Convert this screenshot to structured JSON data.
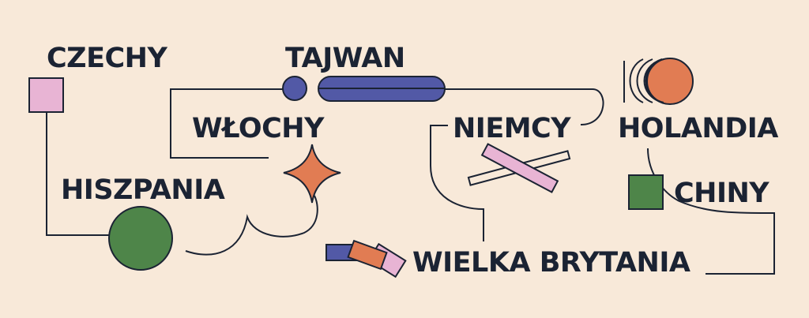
{
  "colors": {
    "background": "#f8e9d9",
    "ink": "#1b2333",
    "pink": "#e8b4d4",
    "green": "#4e8549",
    "orange": "#e17c53",
    "blue": "#5259a6"
  },
  "countries": {
    "czechy": "CZECHY",
    "tajwan": "TAJWAN",
    "wlochy": "WŁOCHY",
    "niemcy": "NIEMCY",
    "holandia": "HOLANDIA",
    "hiszpania": "HISZPANIA",
    "chiny": "CHINY",
    "wielka_brytania": "WIELKA BRYTANIA"
  },
  "shapes": {
    "czechy": "pink-square",
    "tajwan": "blue-circle-and-pill",
    "wlochy": "orange-four-point-star",
    "niemcy": "crossed-bars",
    "holandia": "outlined-arcs-and-orange-circle",
    "hiszpania": "green-circle",
    "chiny": "green-square",
    "wielka_brytania": "stacked-rectangles"
  }
}
